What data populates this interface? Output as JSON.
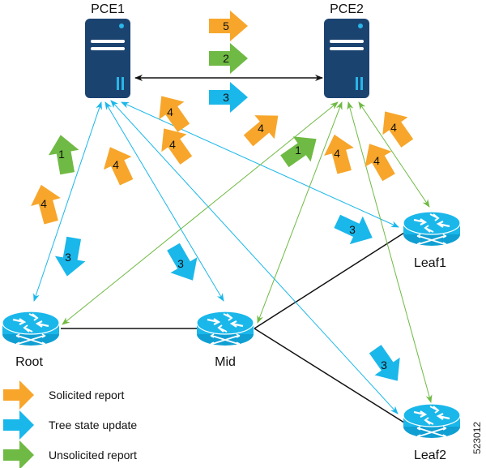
{
  "colors": {
    "server": "#1b4370",
    "server_accent": "#29b6e8",
    "router": "#1ab7ea",
    "solicited": "#f7a62b",
    "tree_update": "#1ab7ea",
    "unsolicited": "#6fba44",
    "link_black": "#111111",
    "link_blue": "#1ab7ea",
    "link_green": "#6fba44"
  },
  "nodes": {
    "pce1": {
      "label": "PCE1",
      "type": "server"
    },
    "pce2": {
      "label": "PCE2",
      "type": "server"
    },
    "root": {
      "label": "Root",
      "type": "router"
    },
    "mid": {
      "label": "Mid",
      "type": "router"
    },
    "leaf1": {
      "label": "Leaf1",
      "type": "router"
    },
    "leaf2": {
      "label": "Leaf2",
      "type": "router"
    }
  },
  "step_arrows": [
    {
      "num": "5",
      "kind": "solicited"
    },
    {
      "num": "2",
      "kind": "unsolicited"
    },
    {
      "num": "3",
      "kind": "tree_update"
    },
    {
      "num": "4",
      "kind": "solicited"
    },
    {
      "num": "4",
      "kind": "solicited"
    },
    {
      "num": "4",
      "kind": "solicited"
    },
    {
      "num": "1",
      "kind": "unsolicited"
    },
    {
      "num": "4",
      "kind": "solicited"
    },
    {
      "num": "3",
      "kind": "tree_update"
    },
    {
      "num": "3",
      "kind": "tree_update"
    },
    {
      "num": "4",
      "kind": "solicited"
    },
    {
      "num": "1",
      "kind": "unsolicited"
    },
    {
      "num": "4",
      "kind": "solicited"
    },
    {
      "num": "4",
      "kind": "solicited"
    },
    {
      "num": "4",
      "kind": "solicited"
    },
    {
      "num": "3",
      "kind": "tree_update"
    },
    {
      "num": "3",
      "kind": "tree_update"
    }
  ],
  "legend": [
    {
      "label": "Solicited report",
      "kind": "solicited"
    },
    {
      "label": "Tree state update",
      "kind": "tree_update"
    },
    {
      "label": "Unsolicited report",
      "kind": "unsolicited"
    }
  ],
  "figure_id": "523012"
}
